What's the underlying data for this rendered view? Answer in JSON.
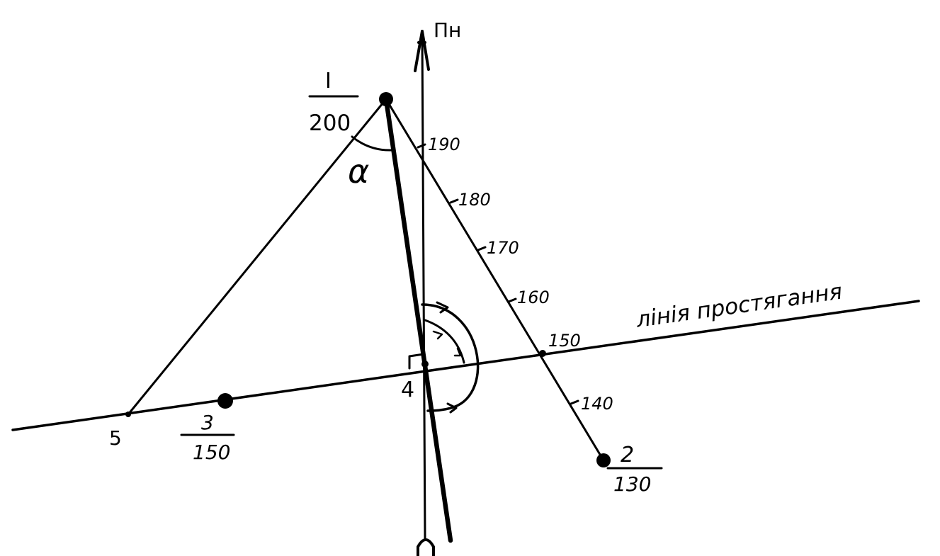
{
  "north_label": "Пн",
  "strike_line_label": "лінія простягання",
  "angle_label": "α",
  "points": [
    {
      "id": "1",
      "label": "I",
      "value": "200"
    },
    {
      "id": "2",
      "label": "2",
      "value": "130"
    },
    {
      "id": "3",
      "label": "3",
      "value": "150"
    },
    {
      "id": "4",
      "label": "4"
    },
    {
      "id": "5",
      "label": "5"
    }
  ],
  "contour_marks": [
    "190",
    "180",
    "170",
    "160",
    "150",
    "140"
  ],
  "colors": {
    "ink": "#000000",
    "paper": "#ffffff"
  }
}
